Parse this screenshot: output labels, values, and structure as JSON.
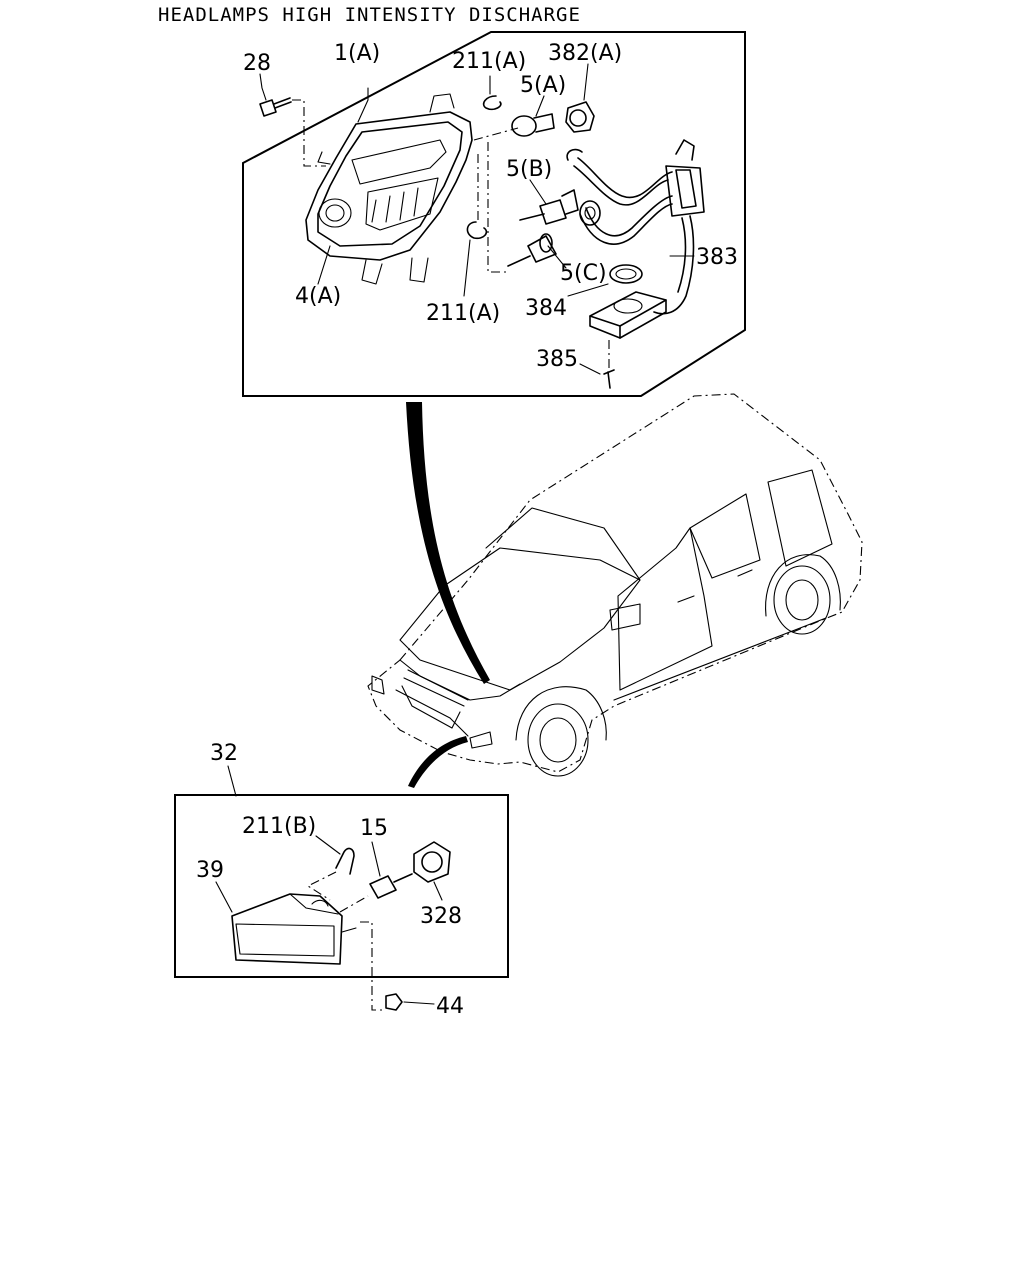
{
  "title": "HEADLAMPS HIGH INTENSITY DISCHARGE",
  "callouts": {
    "c28": "28",
    "c1a": "1(A)",
    "c211a_top": "211(A)",
    "c382a": "382(A)",
    "c5a": "5(A)",
    "c5b": "5(B)",
    "c5c": "5(C)",
    "c383": "383",
    "c384": "384",
    "c385": "385",
    "c4a": "4(A)",
    "c211a_bottom": "211(A)",
    "c32": "32",
    "c211b": "211(B)",
    "c15": "15",
    "c39": "39",
    "c328": "328",
    "c44": "44"
  }
}
